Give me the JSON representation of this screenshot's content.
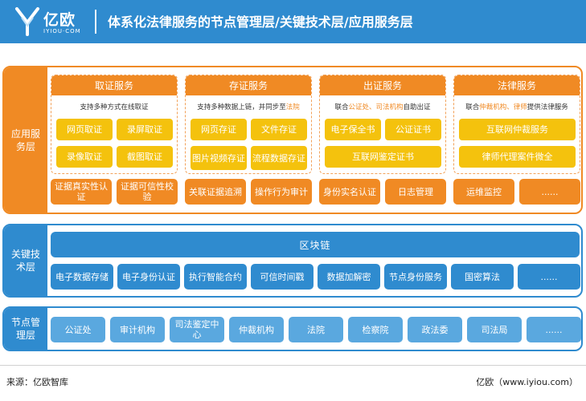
{
  "header": {
    "logo_text": "亿欧",
    "logo_sub": "IYIOU·COM",
    "title": "体系化法律服务的节点管理层/关键技术层/应用服务层"
  },
  "app_layer": {
    "label": "应用服务层",
    "panels": [
      {
        "title": "取证服务",
        "desc_parts": [
          "支持多种方式在线取证"
        ],
        "buttons": [
          "网页取证",
          "录屏取证",
          "录像取证",
          "截图取证"
        ]
      },
      {
        "title": "存证服务",
        "desc_parts": [
          "支持多种数据上链，并同步至",
          "法院"
        ],
        "buttons": [
          "网页存证",
          "文件存证",
          "图片视频存证",
          "流程数据存证"
        ]
      },
      {
        "title": "出证服务",
        "desc_parts": [
          "联合",
          "公证处、司法机构",
          "自助出证"
        ],
        "buttons": [
          "电子保全书",
          "公证证书",
          "互联网鉴定证书"
        ]
      },
      {
        "title": "法律服务",
        "desc_parts": [
          "联合",
          "仲裁机构、律师",
          "提供法律服务"
        ],
        "buttons": [
          "互联网仲裁服务",
          "律师代理案件微全"
        ]
      }
    ],
    "bottom_row": [
      "证据真实性认证",
      "证据可信性校验",
      "关联证据追溯",
      "操作行为审计",
      "身份实名认证",
      "日志管理",
      "运维监控",
      "......"
    ]
  },
  "key_layer": {
    "label": "关键技术层",
    "chain": "区块链",
    "items": [
      "电子数据存储",
      "电子身份认证",
      "执行智能合约",
      "可信时间戳",
      "数据加解密",
      "节点身份服务",
      "国密算法",
      "......"
    ]
  },
  "node_layer": {
    "label": "节点管理层",
    "items": [
      "公证处",
      "审计机构",
      "司法鉴定中心",
      "仲裁机构",
      "法院",
      "检察院",
      "政法委",
      "司法局",
      "......"
    ]
  },
  "footer": {
    "source": "来源：亿欧智库",
    "site": "亿欧（www.iyiou.com）"
  },
  "colors": {
    "orange": "#f08a24",
    "yellow": "#f4c20d",
    "blue": "#2f8bcf",
    "light_blue": "#5aa8df"
  }
}
